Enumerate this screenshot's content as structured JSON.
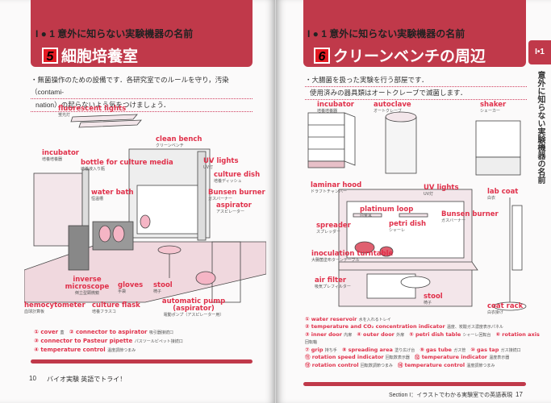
{
  "left": {
    "kicker": "I ● 1  意外に知らない実験機器の名前",
    "number": "5",
    "title": "細胞培養室",
    "intro": [
      "・無菌操作のための設備です．各研究室でのルールを守り，汚染（contami-",
      "nation）の起らないよう気をつけましょう．"
    ],
    "labels": [
      {
        "en": "fluorescent lights",
        "jp": "蛍光灯"
      },
      {
        "en": "clean bench",
        "jp": "クリーンベンチ"
      },
      {
        "en": "incubator",
        "jp": "培養培養器"
      },
      {
        "en": "bottle for culture media",
        "jp": "培養液入り瓶"
      },
      {
        "en": "UV lights",
        "jp": "UV灯"
      },
      {
        "en": "culture dish",
        "jp": "培養ディッシュ"
      },
      {
        "en": "water bath",
        "jp": "恒温槽"
      },
      {
        "en": "Bunsen burner",
        "jp": "ガスバーナー"
      },
      {
        "en": "aspirator",
        "jp": "アスピレーター"
      },
      {
        "en": "inverse microscope",
        "jp": "倒立型顕微鏡"
      },
      {
        "en": "gloves",
        "jp": "手袋"
      },
      {
        "en": "stool",
        "jp": "椅子"
      },
      {
        "en": "culture flask",
        "jp": "培養フラスコ"
      },
      {
        "en": "hemocytometer",
        "jp": "血球計算板"
      },
      {
        "en": "automatic pump (aspirator)",
        "jp": "電動ポンプ（アスピレーター用）"
      }
    ],
    "legend": [
      [
        {
          "n": "①",
          "en": "cover",
          "jp": "蓋"
        },
        {
          "n": "②",
          "en": "connector to aspirator",
          "jp": "吸引器接続口"
        }
      ],
      [
        {
          "n": "③",
          "en": "connector to Pasteur pipette",
          "jp": "パスツールピペット接続口"
        }
      ],
      [
        {
          "n": "④",
          "en": "temperature control",
          "jp": "温度調節つまみ"
        }
      ]
    ],
    "page_number": "10",
    "footer": "バイオ実験 英語でトライ！"
  },
  "right": {
    "kicker": "I ● 1  意外に知らない実験機器の名前",
    "number": "6",
    "title": "クリーンベンチの周辺",
    "intro": [
      "・大腸菌を扱った実験を行う部屋です．",
      "使用済みの器具類はオートクレーブで滅菌します．"
    ],
    "labels": [
      {
        "en": "incubator",
        "jp": "培養培養器"
      },
      {
        "en": "autoclave",
        "jp": "オートクレーブ"
      },
      {
        "en": "shaker",
        "jp": "シェーカー"
      },
      {
        "en": "laminar hood",
        "jp": "ドラフトチャンバー"
      },
      {
        "en": "UV lights",
        "jp": "UV灯"
      },
      {
        "en": "lab coat",
        "jp": "白衣"
      },
      {
        "en": "platinum loop",
        "jp": "白金耳"
      },
      {
        "en": "petri dish",
        "jp": "シャーレ"
      },
      {
        "en": "Bunsen burner",
        "jp": "ガスバーナー"
      },
      {
        "en": "spreader",
        "jp": "スプレッダー"
      },
      {
        "en": "inoculation turntable",
        "jp": "大腸菌塗布ターンテーブル"
      },
      {
        "en": "air filter",
        "jp": "吸気プレフィルター"
      },
      {
        "en": "stool",
        "jp": "椅子"
      },
      {
        "en": "coat rack",
        "jp": "白衣掛け"
      }
    ],
    "legend": [
      [
        {
          "n": "①",
          "en": "water reservoir",
          "jp": "水を入れるトレイ"
        }
      ],
      [
        {
          "n": "②",
          "en": "temperature and CO₂ concentration indicator",
          "jp": "温度、炭酸ガス濃度表示パネル"
        }
      ],
      [
        {
          "n": "③",
          "en": "inner door",
          "jp": "内扉"
        },
        {
          "n": "④",
          "en": "outer door",
          "jp": "外扉"
        },
        {
          "n": "⑤",
          "en": "petri dish table",
          "jp": "シャーレ回転台"
        },
        {
          "n": "⑥",
          "en": "rotation axis",
          "jp": "回転軸"
        }
      ],
      [
        {
          "n": "⑦",
          "en": "grip",
          "jp": "持ち手"
        },
        {
          "n": "⑧",
          "en": "spreading area",
          "jp": "塗り広げ台"
        },
        {
          "n": "⑨",
          "en": "gas tube",
          "jp": "ガス管"
        },
        {
          "n": "⑩",
          "en": "gas tap",
          "jp": "ガス接続口"
        }
      ],
      [
        {
          "n": "⑪",
          "en": "rotation speed indicator",
          "jp": "回転数表示器"
        },
        {
          "n": "⑫",
          "en": "temperature indicator",
          "jp": "温度表示器"
        }
      ],
      [
        {
          "n": "⑬",
          "en": "rotation control",
          "jp": "回転数調節つまみ"
        },
        {
          "n": "⑭",
          "en": "temperature control",
          "jp": "温度調節つまみ"
        }
      ]
    ],
    "footer": "Section I：イラストでわかる実験室での英語表現",
    "page_number": "17",
    "side_tab": "I•1",
    "side_text": "意外に知らない実験機器の名前"
  }
}
